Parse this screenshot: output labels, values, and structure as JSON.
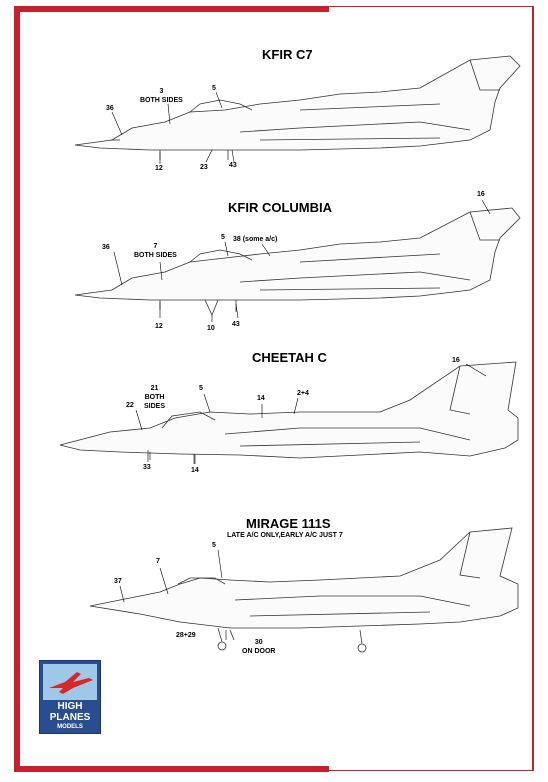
{
  "sections": [
    {
      "title": "KFIR C7",
      "callouts": [
        {
          "text": "3\nBOTH SIDES"
        },
        {
          "text": "5"
        },
        {
          "text": "36"
        },
        {
          "text": "12"
        },
        {
          "text": "23"
        },
        {
          "text": "43"
        }
      ]
    },
    {
      "title": "KFIR COLUMBIA",
      "callouts": [
        {
          "text": "16"
        },
        {
          "text": "5"
        },
        {
          "text": "38 (some a/c)"
        },
        {
          "text": "36"
        },
        {
          "text": "7\nBOTH SIDES"
        },
        {
          "text": "12"
        },
        {
          "text": "10"
        },
        {
          "text": "43"
        }
      ]
    },
    {
      "title": "CHEETAH C",
      "callouts": [
        {
          "text": "16"
        },
        {
          "text": "21\nBOTH\nSIDES"
        },
        {
          "text": "5"
        },
        {
          "text": "14"
        },
        {
          "text": "2+4"
        },
        {
          "text": "22"
        },
        {
          "text": "33"
        },
        {
          "text": "14"
        }
      ]
    },
    {
      "title": "MIRAGE 111S",
      "subtitle": "LATE A/C ONLY,EARLY A/C JUST 7",
      "callouts": [
        {
          "text": "5"
        },
        {
          "text": "7"
        },
        {
          "text": "37"
        },
        {
          "text": "28+29"
        },
        {
          "text": "30\nON DOOR"
        }
      ]
    }
  ],
  "logo": {
    "line1": "HIGH",
    "line2": "PLANES",
    "line3": "MODELS"
  },
  "colors": {
    "frame": "#c8202c",
    "logo_blue": "#2a4d8f",
    "logo_sky": "#9fc8e8",
    "logo_plane": "#d62828"
  }
}
